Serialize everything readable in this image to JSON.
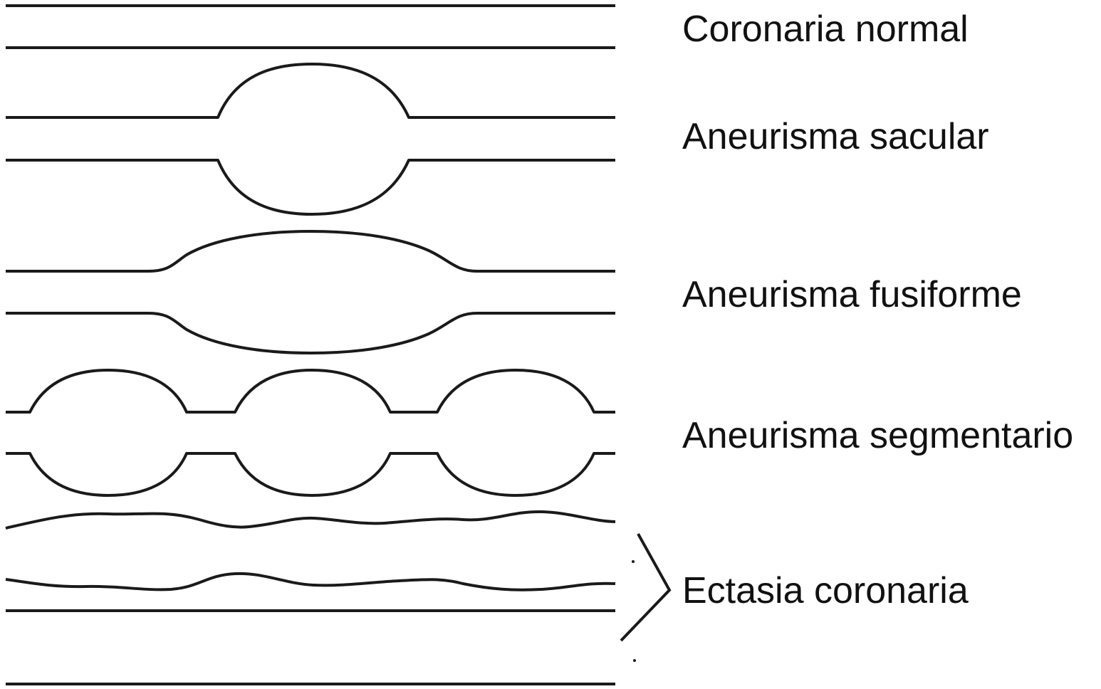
{
  "diagram": {
    "labels": {
      "normal": "Coronaria normal",
      "sacular": "Aneurisma sacular",
      "fusiforme": "Aneurisma fusiforme",
      "segmentario": "Aneurisma segmentario",
      "ectasia": "Ectasia coronaria"
    },
    "stroke_color": "#1a1a1a",
    "background_color": "#ffffff"
  }
}
